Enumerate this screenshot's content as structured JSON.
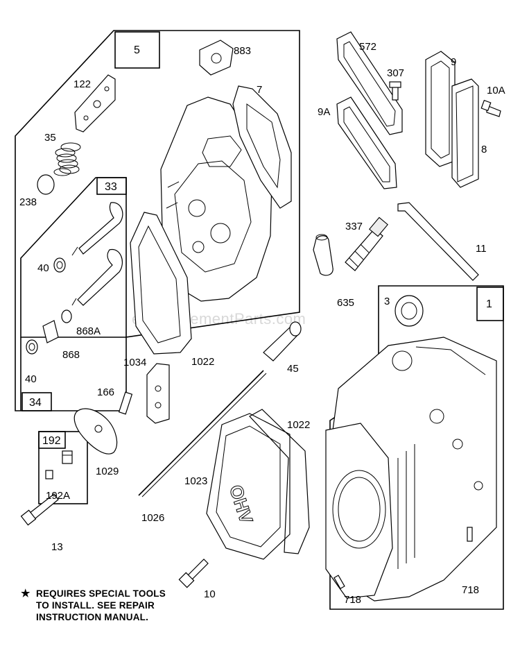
{
  "watermark": "eReplacementParts.com",
  "note": {
    "star": "★",
    "lines": [
      "REQUIRES SPECIAL TOOLS",
      "TO INSTALL.  SEE REPAIR",
      "INSTRUCTION MANUAL."
    ]
  },
  "boxes": {
    "b5": "5",
    "b33": "33",
    "b34": "34",
    "b192": "192",
    "b1": "1"
  },
  "parts": {
    "p883": "883",
    "p7": "7",
    "p122": "122",
    "p35": "35",
    "p238": "238",
    "p40a": "40",
    "p868A": "868A",
    "p868": "868",
    "p40b": "40",
    "p1022a": "1022",
    "p1034": "1034",
    "p166": "166",
    "p1029": "1029",
    "p192A": "192A",
    "p572": "572",
    "p307": "307",
    "p9A": "9A",
    "p9": "9",
    "p10A": "10A",
    "p8": "8",
    "p337": "337",
    "p11": "11",
    "p635": "635",
    "p3": "3",
    "p45": "45",
    "p1022b": "1022",
    "p1023": "1023",
    "p1026": "1026",
    "p13": "13",
    "p10": "10",
    "p718a": "718",
    "p718b": "718",
    "ohv": "OHV"
  }
}
